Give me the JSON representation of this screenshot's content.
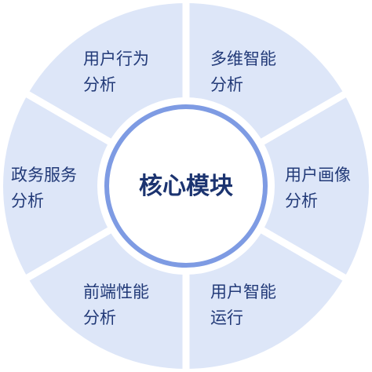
{
  "diagram": {
    "center": {
      "label": "核心模块"
    },
    "segments": [
      {
        "line1": "用户行为",
        "line2": "分析"
      },
      {
        "line1": "多维智能",
        "line2": "分析"
      },
      {
        "line1": "用户画像",
        "line2": "分析"
      },
      {
        "line1": "用户智能",
        "line2": "运行"
      },
      {
        "line1": "前端性能",
        "line2": "分析"
      },
      {
        "line1": "政务服务",
        "line2": "分析"
      }
    ]
  },
  "colors": {
    "segment_fill": "#dde6f8",
    "divider": "#ffffff",
    "ring_stroke": "#7e9be3",
    "text": "#223a78"
  }
}
